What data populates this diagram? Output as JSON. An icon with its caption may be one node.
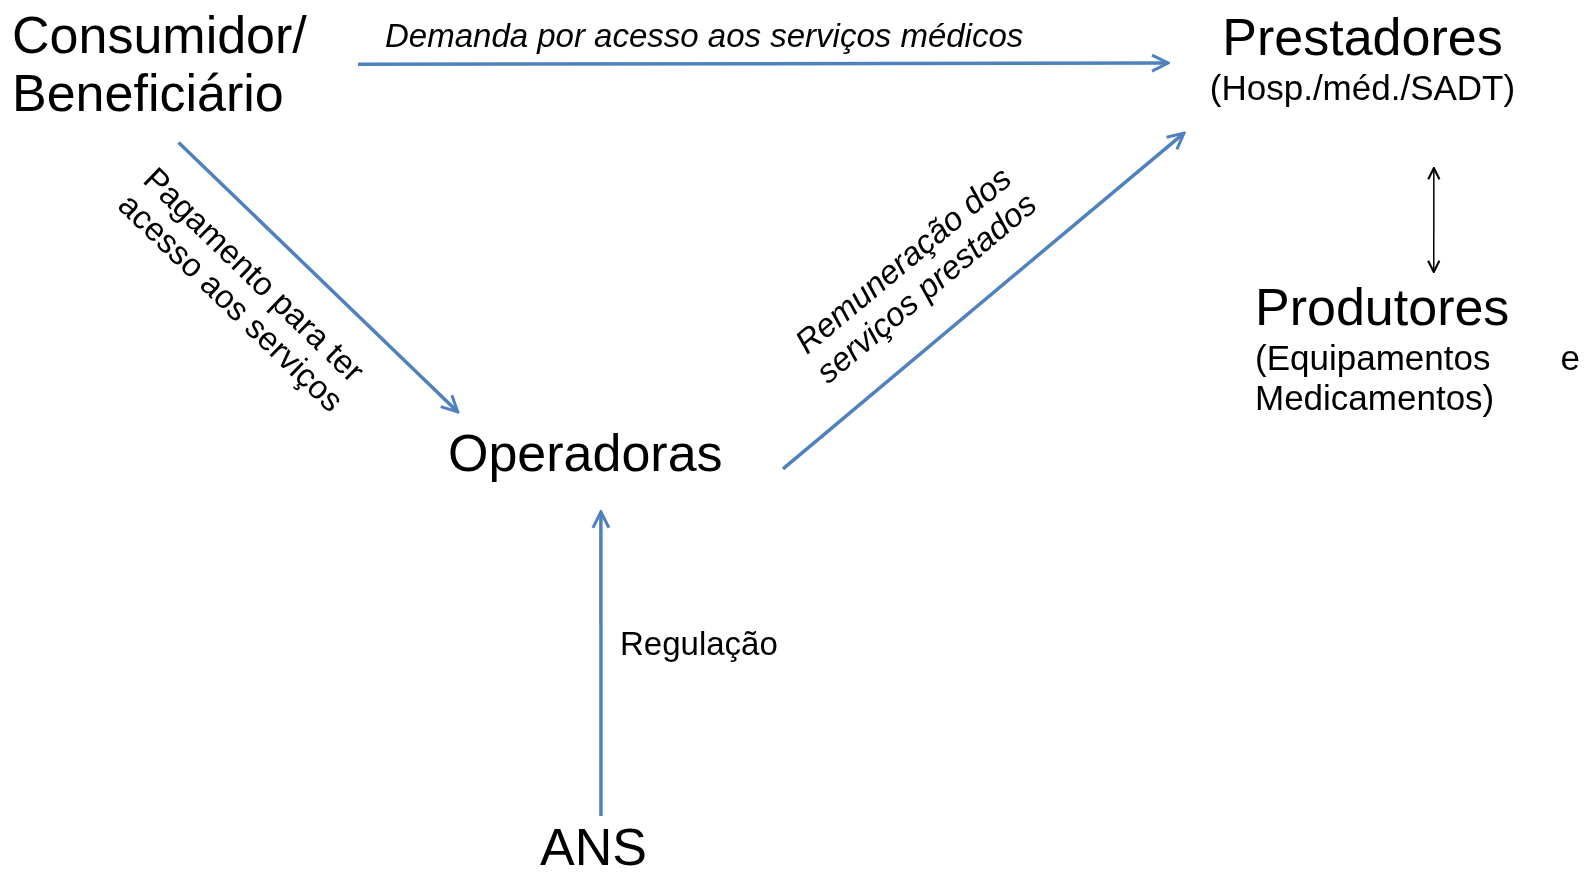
{
  "diagram": {
    "nodes": [
      {
        "text": [
          "Consumidor/ Beneficiário"
        ]
      },
      {
        "text": [
          "Prestadores",
          "(Hosp./méd./SADT)"
        ]
      },
      {
        "text": [
          "Produtores",
          "(Equipamentos e Medicamentos)"
        ]
      },
      {
        "text": [
          "Operadoras"
        ]
      },
      {
        "text": [
          "ANS"
        ]
      }
    ],
    "edges": [
      {
        "from": 0,
        "to": 1,
        "arrow": "to",
        "label": "Demanda por acesso aos serviços médicos"
      },
      {
        "from": 0,
        "to": 3,
        "arrow": "to",
        "label": "Pagamento para ter acesso aos serviços"
      },
      {
        "from": 3,
        "to": 1,
        "arrow": "to",
        "label": "Remuneração dos serviços prestados"
      },
      {
        "from": 4,
        "to": 3,
        "arrow": "to",
        "label": "Regulação"
      },
      {
        "from": 1,
        "to": 2,
        "arrow": "both",
        "color": "#000000"
      }
    ]
  }
}
